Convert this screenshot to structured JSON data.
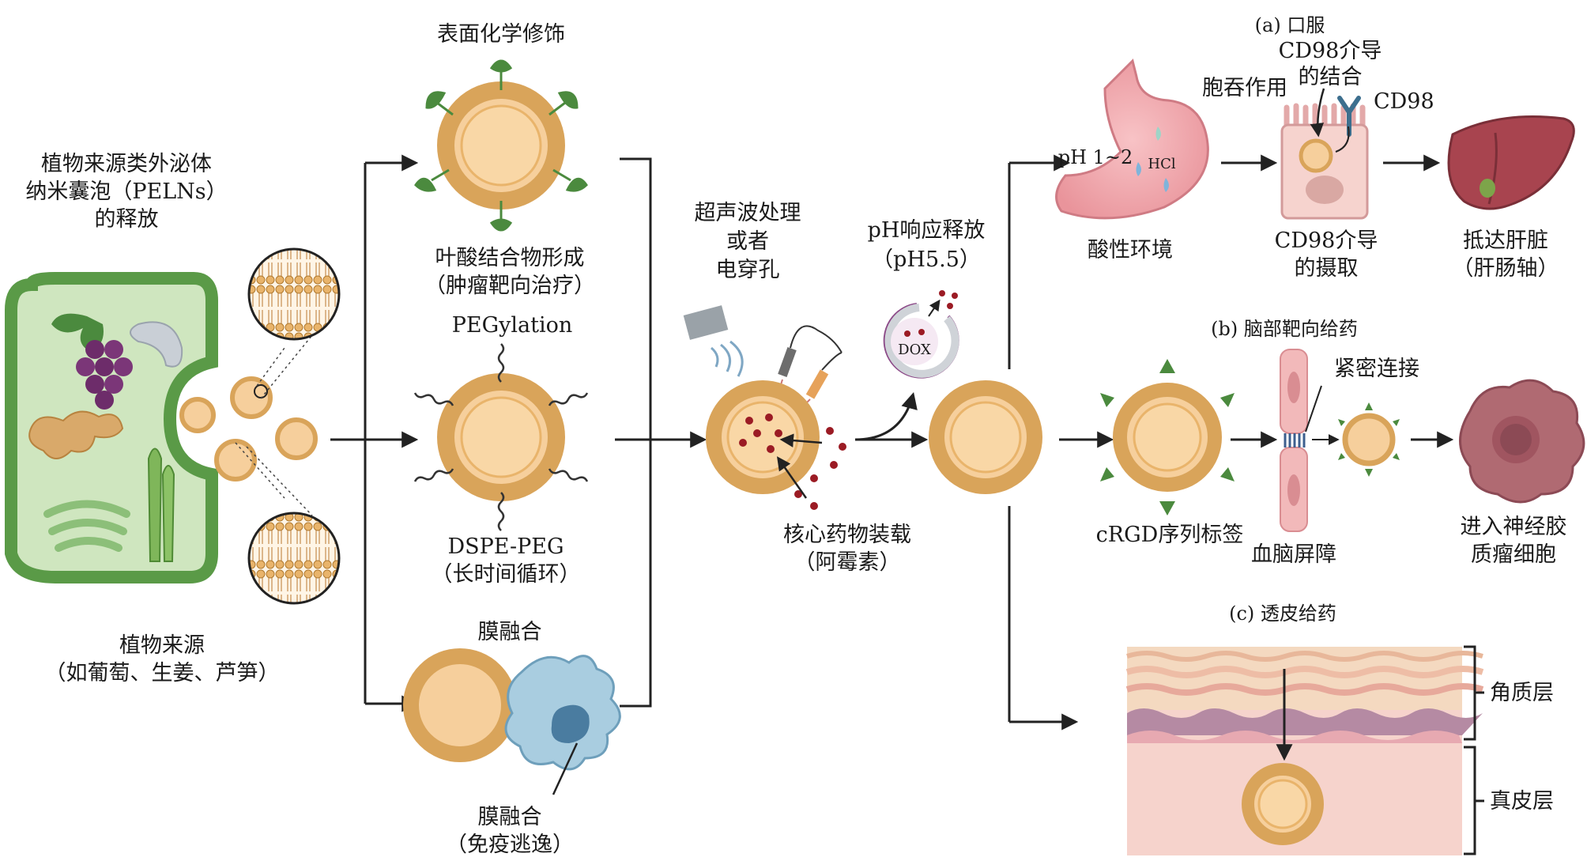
{
  "plant": {
    "release_title": [
      "植物来源类外泌体",
      "纳米囊泡（PELNs）",
      "的释放"
    ],
    "source_label": "植物来源",
    "source_examples": "（如葡萄、生姜、芦笋）"
  },
  "modification": {
    "title": "表面化学修饰",
    "folate_label": "叶酸结合物形成",
    "folate_sub": "（肿瘤靶向治疗）",
    "peg_title": "PEGylation",
    "peg_label": "DSPE-PEG",
    "peg_sub": "（长时间循环）",
    "fusion_title": "膜融合",
    "fusion_label": "膜融合",
    "fusion_sub": "（免疫逃逸）"
  },
  "loading": {
    "method": [
      "超声波处理",
      "或者",
      "电穿孔"
    ],
    "core_label": "核心药物装载",
    "core_sub": "（阿霉素）"
  },
  "release": {
    "title": "pH响应释放",
    "sub": "（pH5.5）",
    "drug": "DOX"
  },
  "oral": {
    "title": "(a) 口服",
    "ph": "pH 1~2",
    "hcl": "HCl",
    "env_label": "酸性环境",
    "endocytosis": "胞吞作用",
    "cd98_binding": [
      "CD98介导",
      "的结合"
    ],
    "cd98": "CD98",
    "uptake": [
      "CD98介导",
      "的摄取"
    ],
    "liver": [
      "抵达肝脏",
      "（肝肠轴）"
    ]
  },
  "brain": {
    "title": "(b) 脑部靶向给药",
    "tight_junction": "紧密连接",
    "crgd": "cRGD序列标签",
    "bbb": "血脑屏障",
    "target": [
      "进入神经胶",
      "质瘤细胞"
    ]
  },
  "skin": {
    "title": "(c) 透皮给药",
    "stratum": "角质层",
    "dermis": "真皮层"
  }
}
